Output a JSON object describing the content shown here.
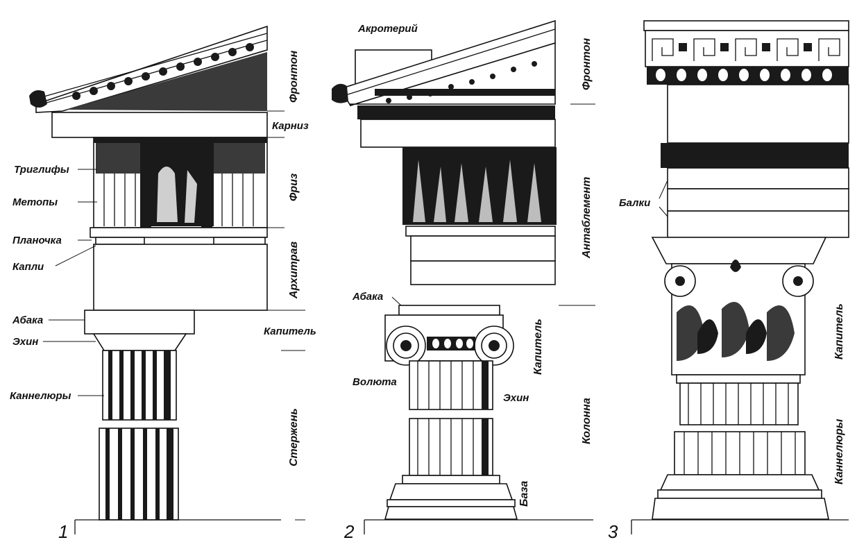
{
  "figure": {
    "numbers": [
      "1",
      "2",
      "3"
    ]
  },
  "doric": {
    "right_labels": {
      "pediment": "Фронтон",
      "cornice": "Карниз",
      "frieze": "Фриз",
      "architrave": "Архитрав",
      "capital": "Капитель",
      "shaft": "Стержень"
    },
    "left_labels": {
      "triglyphs": "Триглифы",
      "metopes": "Метопы",
      "regula": "Планочка",
      "guttae": "Капли",
      "abacus": "Абака",
      "echinus": "Эхин",
      "flutes": "Каннелюры"
    }
  },
  "ionic": {
    "labels": {
      "acroterion": "Акротерий",
      "abacus": "Абака",
      "volute": "Волюта",
      "echinus": "Эхин"
    },
    "right_labels": {
      "pediment": "Фронтон",
      "entablature": "Антаблемент",
      "capital": "Капитель",
      "column": "Колонна",
      "base": "База"
    }
  },
  "corinthian": {
    "labels": {
      "beams": "Балки"
    },
    "right_labels": {
      "capital": "Капитель",
      "flutes": "Каннелюры"
    }
  }
}
